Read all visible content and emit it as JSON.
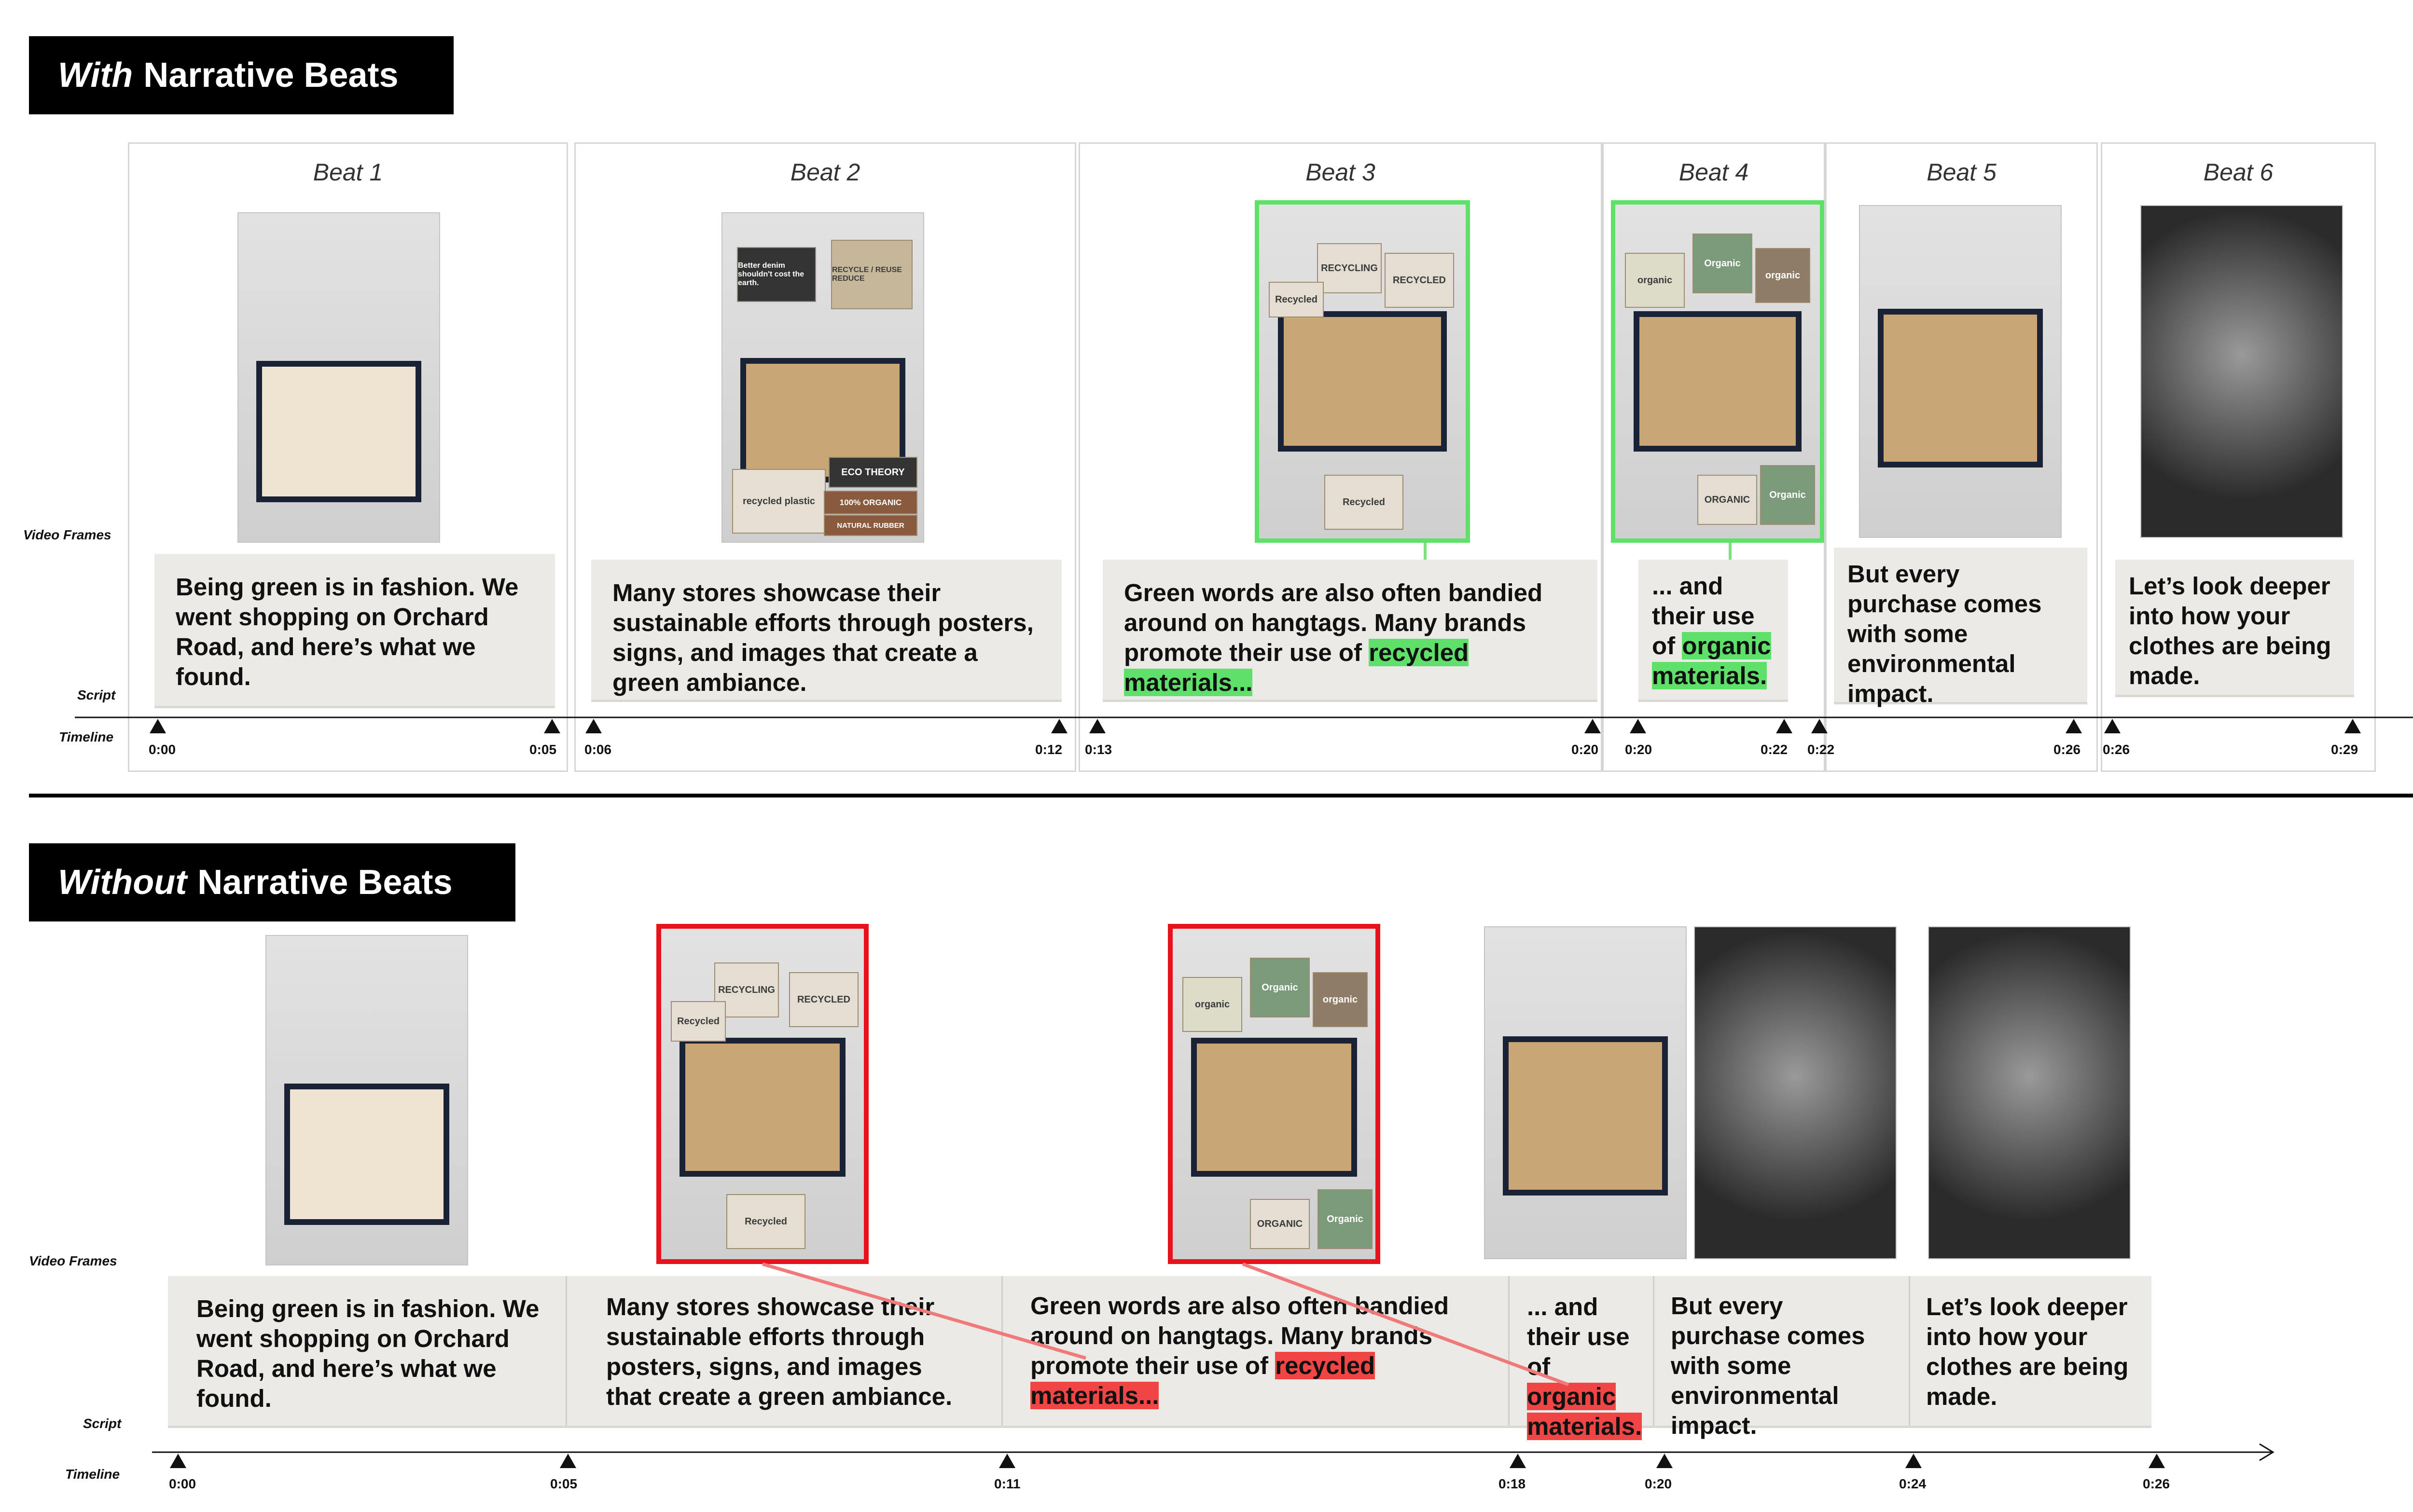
{
  "section_with": {
    "title_italic": "With",
    "title_rest": "Narrative Beats",
    "row_labels": {
      "frames": "Video Frames",
      "script": "Script",
      "timeline": "Timeline"
    },
    "beats": [
      {
        "label": "Beat 1",
        "script": "Being green is in fashion. We went shopping on Orchard Road, and here’s what we found.",
        "start": "0:00",
        "end": "0:05"
      },
      {
        "label": "Beat 2",
        "script": "Many stores showcase their sustainable efforts through posters, signs, and images that create a green ambiance.",
        "start": "0:06",
        "end": "0:12"
      },
      {
        "label": "Beat 3",
        "script_pre": "Green words are also often bandied around on hangtags. Many brands promote their use of ",
        "script_hl": "recycled materials...",
        "start": "0:13",
        "end": "0:20"
      },
      {
        "label": "Beat 4",
        "script_pre": "... and their use of ",
        "script_hl": "organic materials.",
        "start": "0:20",
        "end": "0:22"
      },
      {
        "label": "Beat 5",
        "script": "But every purchase comes with some environmental impact.",
        "start": "0:22",
        "end": "0:26"
      },
      {
        "label": "Beat 6",
        "script": "Let’s look deeper into how your clothes are being made.",
        "start": "0:26",
        "end": "0:29"
      }
    ]
  },
  "section_without": {
    "title_italic": "Without",
    "title_rest": "Narrative Beats",
    "row_labels": {
      "frames": "Video Frames",
      "script": "Script",
      "timeline": "Timeline"
    },
    "scripts": [
      {
        "text": "Being green is in fashion. We went shopping on Orchard Road, and here’s what we found."
      },
      {
        "text": "Many stores showcase their sustainable efforts through posters, signs, and images that create a green ambiance."
      },
      {
        "pre": "Green words are also often bandied around on hangtags. Many brands promote their use of ",
        "hl": "recycled materials..."
      },
      {
        "pre": "... and their use of ",
        "hl": "organic materials."
      },
      {
        "text": "But every purchase comes with some environmental impact."
      },
      {
        "text": "Let’s look deeper into how your clothes are being made."
      }
    ],
    "ticks": [
      "0:00",
      "0:05",
      "0:11",
      "0:18",
      "0:20",
      "0:24",
      "0:26"
    ]
  },
  "frame_stickers": {
    "denim": "Better denim shouldn't cost the earth.",
    "recycle_reuse": "RECYCLE / REUSE REDUCE",
    "recycled_plastic": "recycled plastic",
    "eco_theory": "ECO THEORY",
    "organic_100": "100% ORGANIC",
    "natural_rubber": "NATURAL RUBBER",
    "recycling": "RECYCLING",
    "recycled_upper": "RECYCLED",
    "recycled": "Recycled",
    "organic": "organic",
    "organic_cap": "Organic",
    "organic_upper": "ORGANIC"
  },
  "colors": {
    "highlight_green": "#5fe06a",
    "highlight_red": "#f04545",
    "frame_red": "#e8121d",
    "script_bg": "#ebeae6"
  }
}
